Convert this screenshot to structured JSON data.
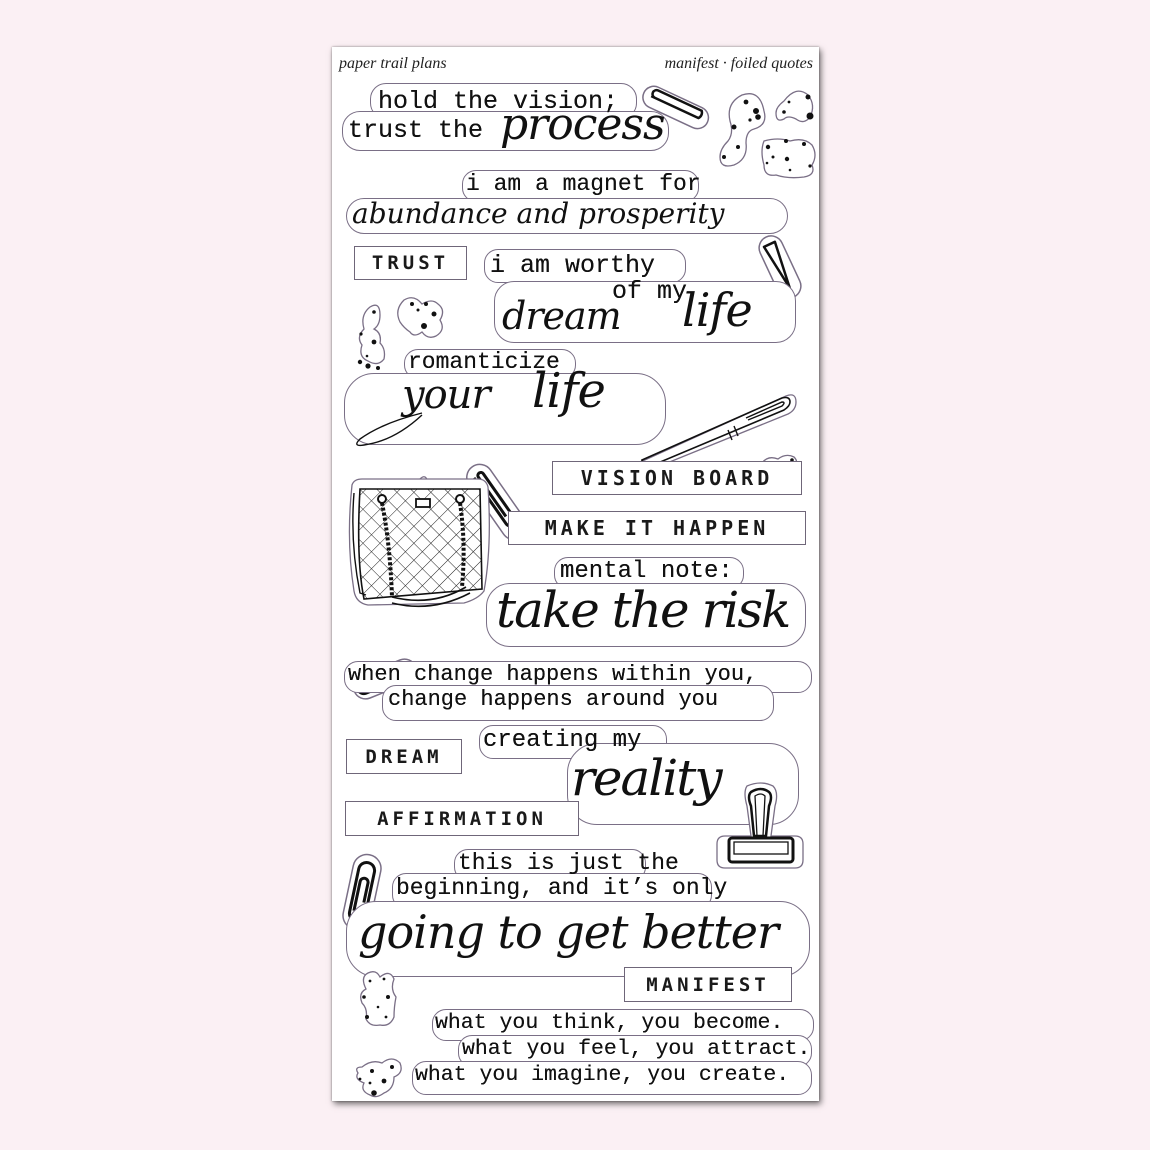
{
  "sheet": {
    "brand": "paper trail plans",
    "collection": "manifest · foiled quotes",
    "background_color": "#fbf0f4",
    "sheet_color": "#ffffff",
    "cut_line_color": "#7a6f86"
  },
  "quotes": {
    "hold_vision": {
      "line1": "hold the vision;",
      "line2": "trust the",
      "script": "process"
    },
    "magnet": {
      "line1": "i am a magnet for",
      "script": "abundance and prosperity"
    },
    "worthy": {
      "line1": "i am worthy",
      "line2": "of my",
      "script1": "dream",
      "script2": "life"
    },
    "romanticize": {
      "line1": "romanticize",
      "script1": "your",
      "script2": "life"
    },
    "mental_note": {
      "line1": "mental note:",
      "script": "take the risk"
    },
    "change": {
      "line1": "when change happens within you,",
      "line2": "change happens around you"
    },
    "creating": {
      "line1": "creating my",
      "script": "reality"
    },
    "beginning": {
      "line1": "this is just the",
      "line2": "beginning, and it’s only",
      "script": "going to get better"
    },
    "think": {
      "line1": "what you think, you become.",
      "line2": "what you feel, you attract.",
      "line3": "what you imagine, you create."
    }
  },
  "labels": {
    "trust": "TRUST",
    "vision_board": "VISION BOARD",
    "make_it_happen": "MAKE IT HAPPEN",
    "dream": "DREAM",
    "affirmation": "AFFIRMATION",
    "manifest": "MANIFEST"
  },
  "icons": [
    "paperclip-icon",
    "blob-dots-icon",
    "pen-icon",
    "handbag-icon",
    "binder-clip-icon"
  ]
}
